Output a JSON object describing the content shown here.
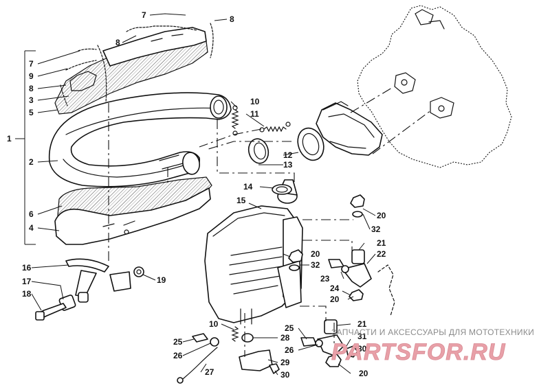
{
  "diagram": {
    "callouts": [
      "1",
      "2",
      "3",
      "4",
      "5",
      "6",
      "7",
      "7",
      "8",
      "8",
      "8",
      "9",
      "10",
      "10",
      "11",
      "12",
      "13",
      "14",
      "15",
      "16",
      "17",
      "18",
      "19",
      "20",
      "20",
      "20",
      "20",
      "21",
      "21",
      "22",
      "23",
      "24",
      "25",
      "25",
      "26",
      "26",
      "27",
      "28",
      "29",
      "30",
      "30",
      "31",
      "32",
      "32"
    ]
  },
  "watermark": {
    "caption": "ЗАПЧАСТИ И АКСЕССУАРЫ ДЛЯ МОТОТЕХНИКИ",
    "logo": "PARTSFOR.RU"
  },
  "colors": {
    "line": "#111111",
    "watermark_logo": "#e8a0a8",
    "watermark_text": "#8a8a8a"
  }
}
